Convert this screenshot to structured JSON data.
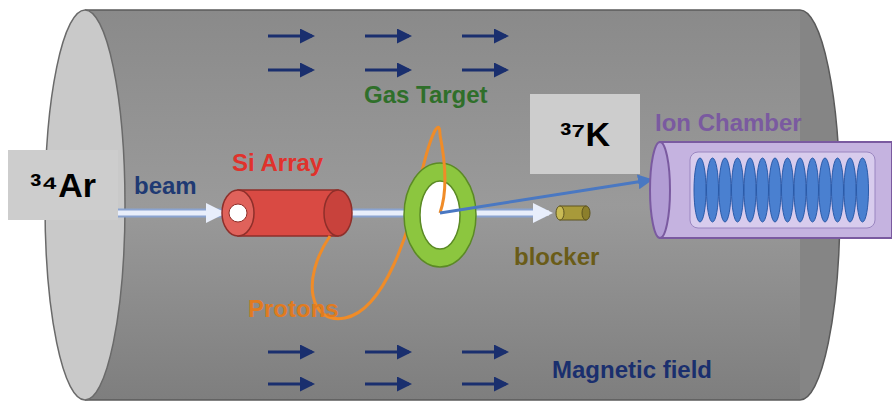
{
  "diagram": {
    "nodes": [
      {
        "text": [
          "³⁴Ar"
        ]
      },
      {
        "text": [
          "³⁷K"
        ]
      }
    ],
    "labels": [
      "beam",
      "Si Array",
      "Gas Target",
      "Ion Chamber",
      "Protons",
      "blocker",
      "Magnetic field"
    ]
  }
}
